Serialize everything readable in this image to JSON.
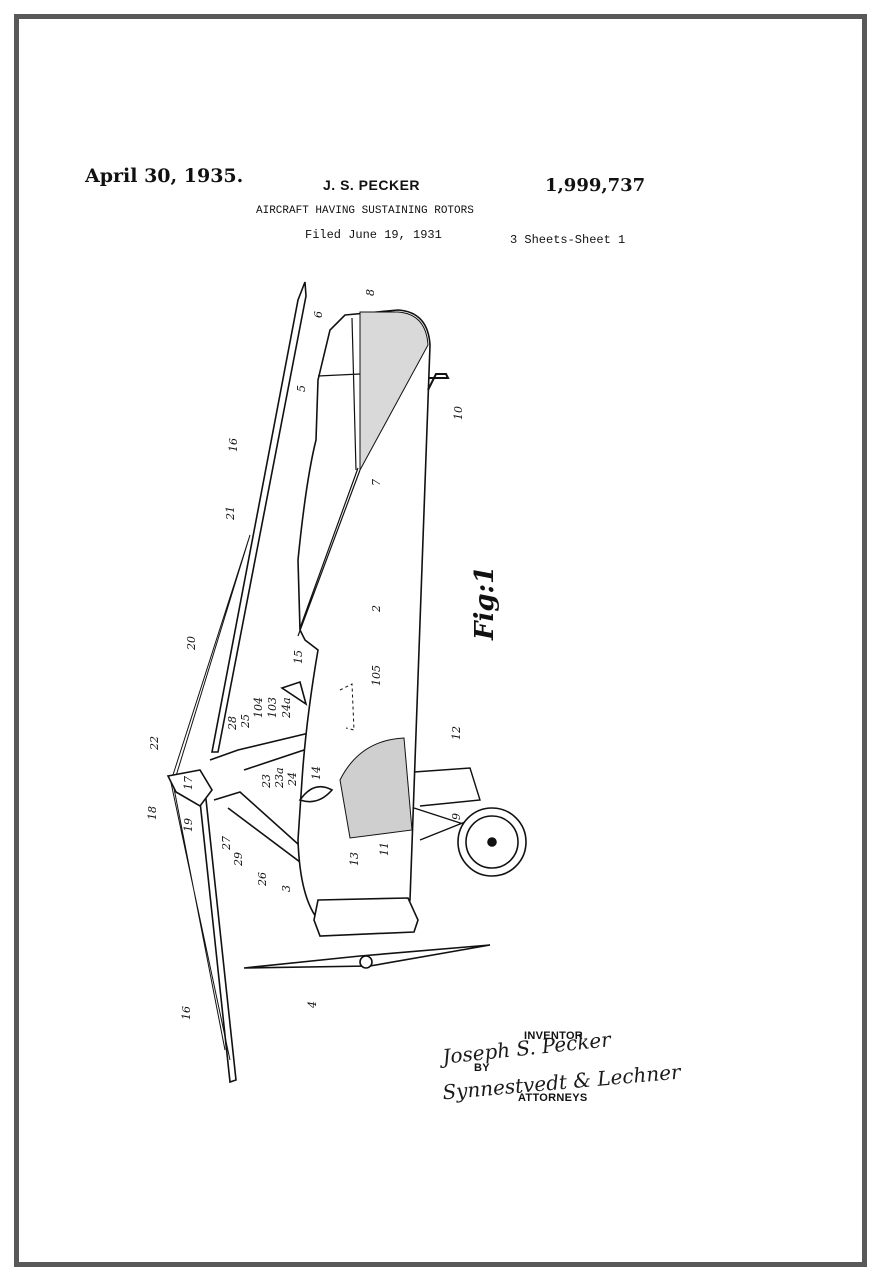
{
  "header": {
    "date": "April 30, 1935.",
    "inventor_name": "J. S. PECKER",
    "patent_number": "1,999,737",
    "title": "AIRCRAFT HAVING SUSTAINING ROTORS",
    "filed": "Filed June 19, 1931",
    "sheets": "3 Sheets-Sheet 1"
  },
  "figure": {
    "caption": "Fig:1",
    "reference_numerals": [
      "8",
      "6",
      "5",
      "10",
      "7",
      "16",
      "21",
      "2",
      "20",
      "15",
      "105",
      "104",
      "103",
      "24a",
      "28",
      "25",
      "22",
      "17",
      "12",
      "14",
      "24",
      "23a",
      "23",
      "18",
      "19",
      "27",
      "29",
      "26",
      "9",
      "13",
      "11",
      "3",
      "4",
      "16"
    ]
  },
  "signature": {
    "inventor_label": "INVENTOR",
    "inventor_signature": "Joseph S. Pecker",
    "by_label": "BY",
    "attorneys_signature": "Synnestvedt & Lechner",
    "attorneys_label": "ATTORNEYS"
  }
}
